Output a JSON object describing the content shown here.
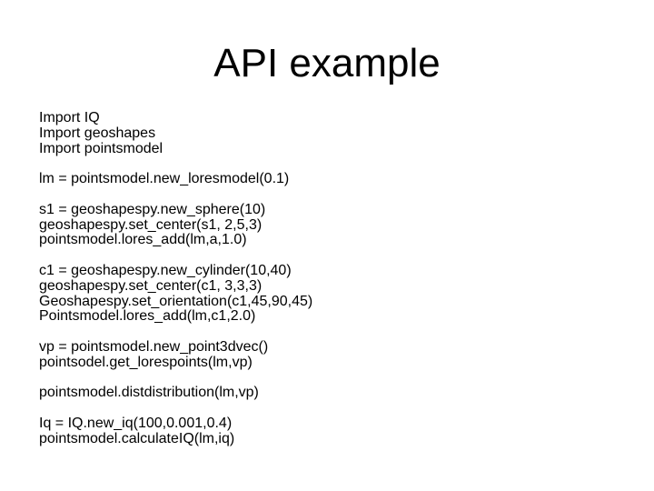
{
  "slide": {
    "title": "API example",
    "colors": {
      "background": "#ffffff",
      "text": "#000000"
    },
    "code_lines": [
      "Import IQ",
      "Import geoshapes",
      "Import pointsmodel",
      "",
      "lm = pointsmodel.new_loresmodel(0.1)",
      "",
      "s1 = geoshapespy.new_sphere(10)",
      "geoshapespy.set_center(s1, 2,5,3)",
      "pointsmodel.lores_add(lm,a,1.0)",
      "",
      "c1 = geoshapespy.new_cylinder(10,40)",
      "geoshapespy.set_center(c1, 3,3,3)",
      "Geoshapespy.set_orientation(c1,45,90,45)",
      "Pointsmodel.lores_add(lm,c1,2.0)",
      "",
      "vp = pointsmodel.new_point3dvec()",
      "pointsodel.get_lorespoints(lm,vp)",
      "",
      "pointsmodel.distdistribution(lm,vp)",
      "",
      "Iq = IQ.new_iq(100,0.001,0.4)",
      "pointsmodel.calculateIQ(lm,iq)"
    ]
  }
}
